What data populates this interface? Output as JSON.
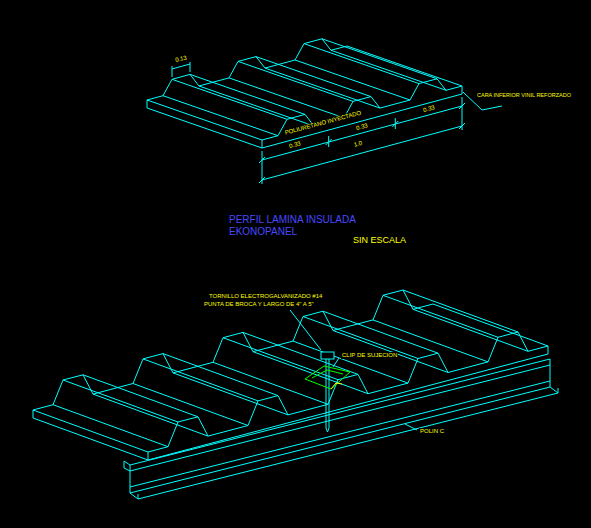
{
  "diagram": {
    "labels": [
      "0.13",
      "CARA INFERIOR VINIL REFORZADO",
      "POLIURETANO INYECTADO",
      "0.33",
      "0.33",
      "0.33",
      "1.0",
      "PERFIL LAMINA INSULADA",
      "EKONOPANEL",
      "SIN ESCALA",
      "TORNILLO ELECTROGALVANIZADO #14",
      "PUNTA DE BROCA Y LARGO DE 4\" A 5\"",
      "CLIP DE SUJECION",
      "POLIN C"
    ]
  }
}
